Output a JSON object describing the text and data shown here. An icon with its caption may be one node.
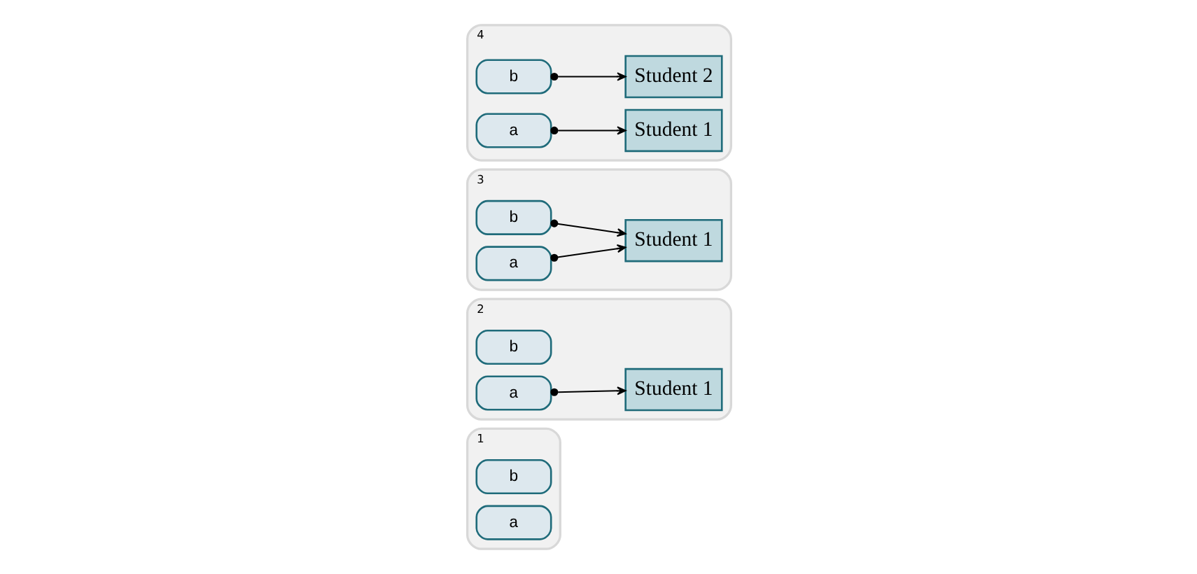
{
  "diagram": {
    "nodes": [
      {
        "text": [
          "1"
        ]
      },
      {
        "text": [
          "b"
        ],
        "in": 0
      },
      {
        "text": [
          "a"
        ],
        "in": 0
      },
      {
        "text": [
          "2"
        ]
      },
      {
        "text": [
          "b"
        ],
        "in": 3
      },
      {
        "text": [
          "a"
        ],
        "in": 3
      },
      {
        "text": [
          "Student 1"
        ],
        "in": 3
      },
      {
        "text": [
          "3"
        ]
      },
      {
        "text": [
          "b"
        ],
        "in": 7
      },
      {
        "text": [
          "a"
        ],
        "in": 7
      },
      {
        "text": [
          "Student 1"
        ],
        "in": 7
      },
      {
        "text": [
          "4"
        ]
      },
      {
        "text": [
          "Student 2"
        ],
        "in": 11
      },
      {
        "text": [
          "b"
        ],
        "in": 11
      },
      {
        "text": [
          "a"
        ],
        "in": 11
      },
      {
        "text": [
          "Student 1"
        ],
        "in": 11
      }
    ],
    "edges": [
      {
        "from": 5,
        "to": 6,
        "arrow": "to"
      },
      {
        "from": 8,
        "to": 10,
        "arrow": "to"
      },
      {
        "from": 9,
        "to": 10,
        "arrow": "to"
      },
      {
        "from": 13,
        "to": 12,
        "arrow": "to"
      },
      {
        "from": 14,
        "to": 15,
        "arrow": "to"
      }
    ]
  }
}
